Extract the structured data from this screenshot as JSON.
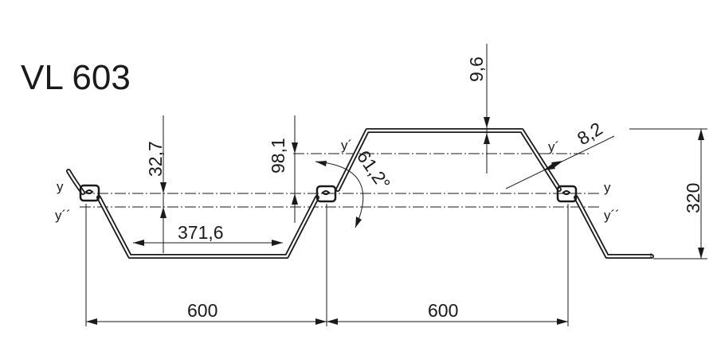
{
  "title": "VL 603",
  "dimensions": {
    "flange_thickness": "9,6",
    "web_thickness": "8,2",
    "height": "320",
    "pan_depth": "32,7",
    "axis_offset": "98,1",
    "web_angle": "61,2°",
    "pan_width": "371,6",
    "pitch_left": "600",
    "pitch_right": "600"
  },
  "axes": {
    "y": "y",
    "y_prime": "y´",
    "y_double_prime": "y´´"
  },
  "colors": {
    "line": "#1a1a1a",
    "background": "#ffffff"
  }
}
